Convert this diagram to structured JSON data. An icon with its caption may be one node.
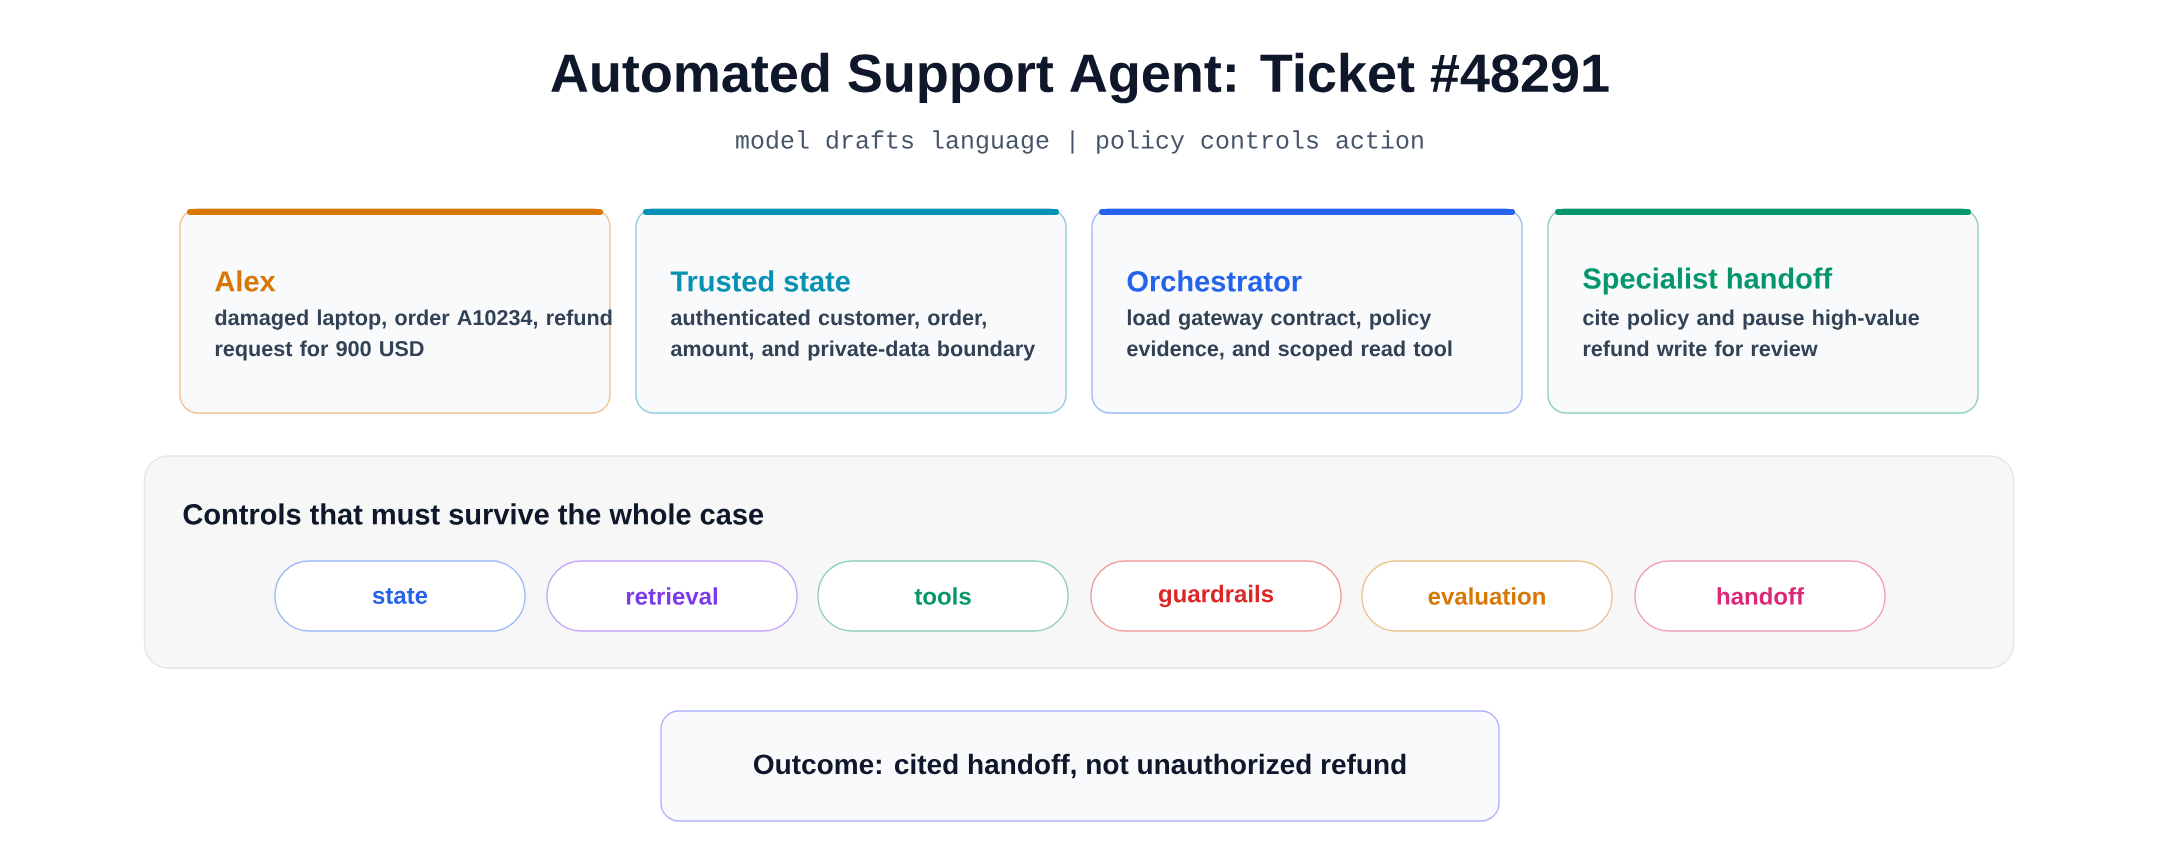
{
  "diagram": {
    "title": "Automated Support Agent: Ticket #48291",
    "caption": "model drafts language | policy controls action",
    "nodes": [
      {
        "text": [
          "Alex",
          "damaged laptop, order A10234, refund request for 900 USD"
        ]
      },
      {
        "text": [
          "Trusted state",
          "authenticated customer, order, amount, and private-data boundary"
        ]
      },
      {
        "text": [
          "Orchestrator",
          "load gateway contract, policy evidence, and scoped read tool"
        ]
      },
      {
        "text": [
          "Specialist handoff",
          "cite policy and pause high-value refund write for review"
        ]
      },
      {
        "text": [
          "Controls that must survive the whole case"
        ]
      },
      {
        "text": [
          "state"
        ],
        "in": 4
      },
      {
        "text": [
          "retrieval"
        ],
        "in": 4
      },
      {
        "text": [
          "tools"
        ],
        "in": 4
      },
      {
        "text": [
          "guardrails"
        ],
        "in": 4
      },
      {
        "text": [
          "evaluation"
        ],
        "in": 4
      },
      {
        "text": [
          "handoff"
        ],
        "in": 4
      },
      {
        "text": [
          "Outcome: cited handoff, not unauthorized refund"
        ]
      }
    ],
    "edges": []
  }
}
